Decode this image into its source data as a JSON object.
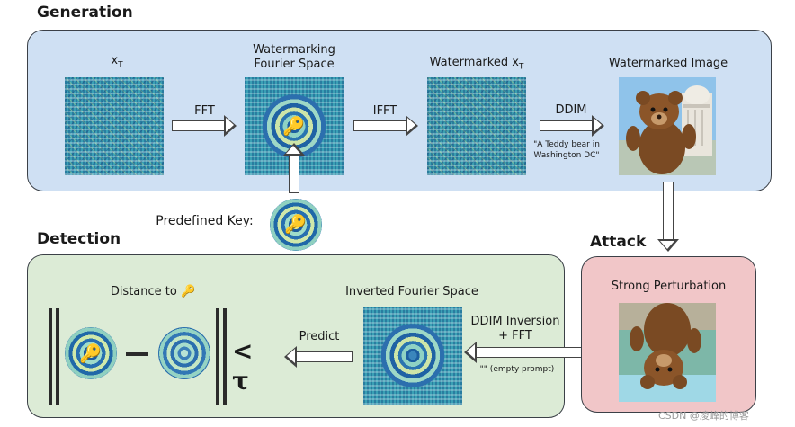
{
  "generation": {
    "title": "Generation",
    "x_t_label": "x",
    "x_t_sub": "T",
    "fft_label": "FFT",
    "watermarking_fourier_label_1": "Watermarking",
    "watermarking_fourier_label_2": "Fourier Space",
    "ifft_label": "IFFT",
    "watermarked_xt_label": "Watermarked x",
    "watermarked_xt_sub": "T",
    "ddim_label": "DDIM",
    "prompt_line1": "\"A Teddy bear in",
    "prompt_line2": "Washington DC\"",
    "watermarked_image_label": "Watermarked Image",
    "predefined_key_label": "Predefined Key:"
  },
  "attack": {
    "title": "Attack",
    "strong_perturbation_label": "Strong Perturbation"
  },
  "detection": {
    "title": "Detection",
    "distance_label": "Distance to",
    "predict_label": "Predict",
    "inverted_fourier_label": "Inverted Fourier Space",
    "ddim_inversion_line1": "DDIM Inversion",
    "ddim_inversion_line2": "+ FFT",
    "empty_prompt_label": "\"\" (empty prompt)",
    "threshold_symbol": "< τ"
  },
  "footer": {
    "watermark": "CSDN @凌峰的博客"
  },
  "icons": {
    "key": "key-icon"
  },
  "colors": {
    "generation_panel": "#cfe0f3",
    "detection_panel": "#dcebd6",
    "attack_panel": "#f1c6c8",
    "key": "#e3a21a"
  }
}
